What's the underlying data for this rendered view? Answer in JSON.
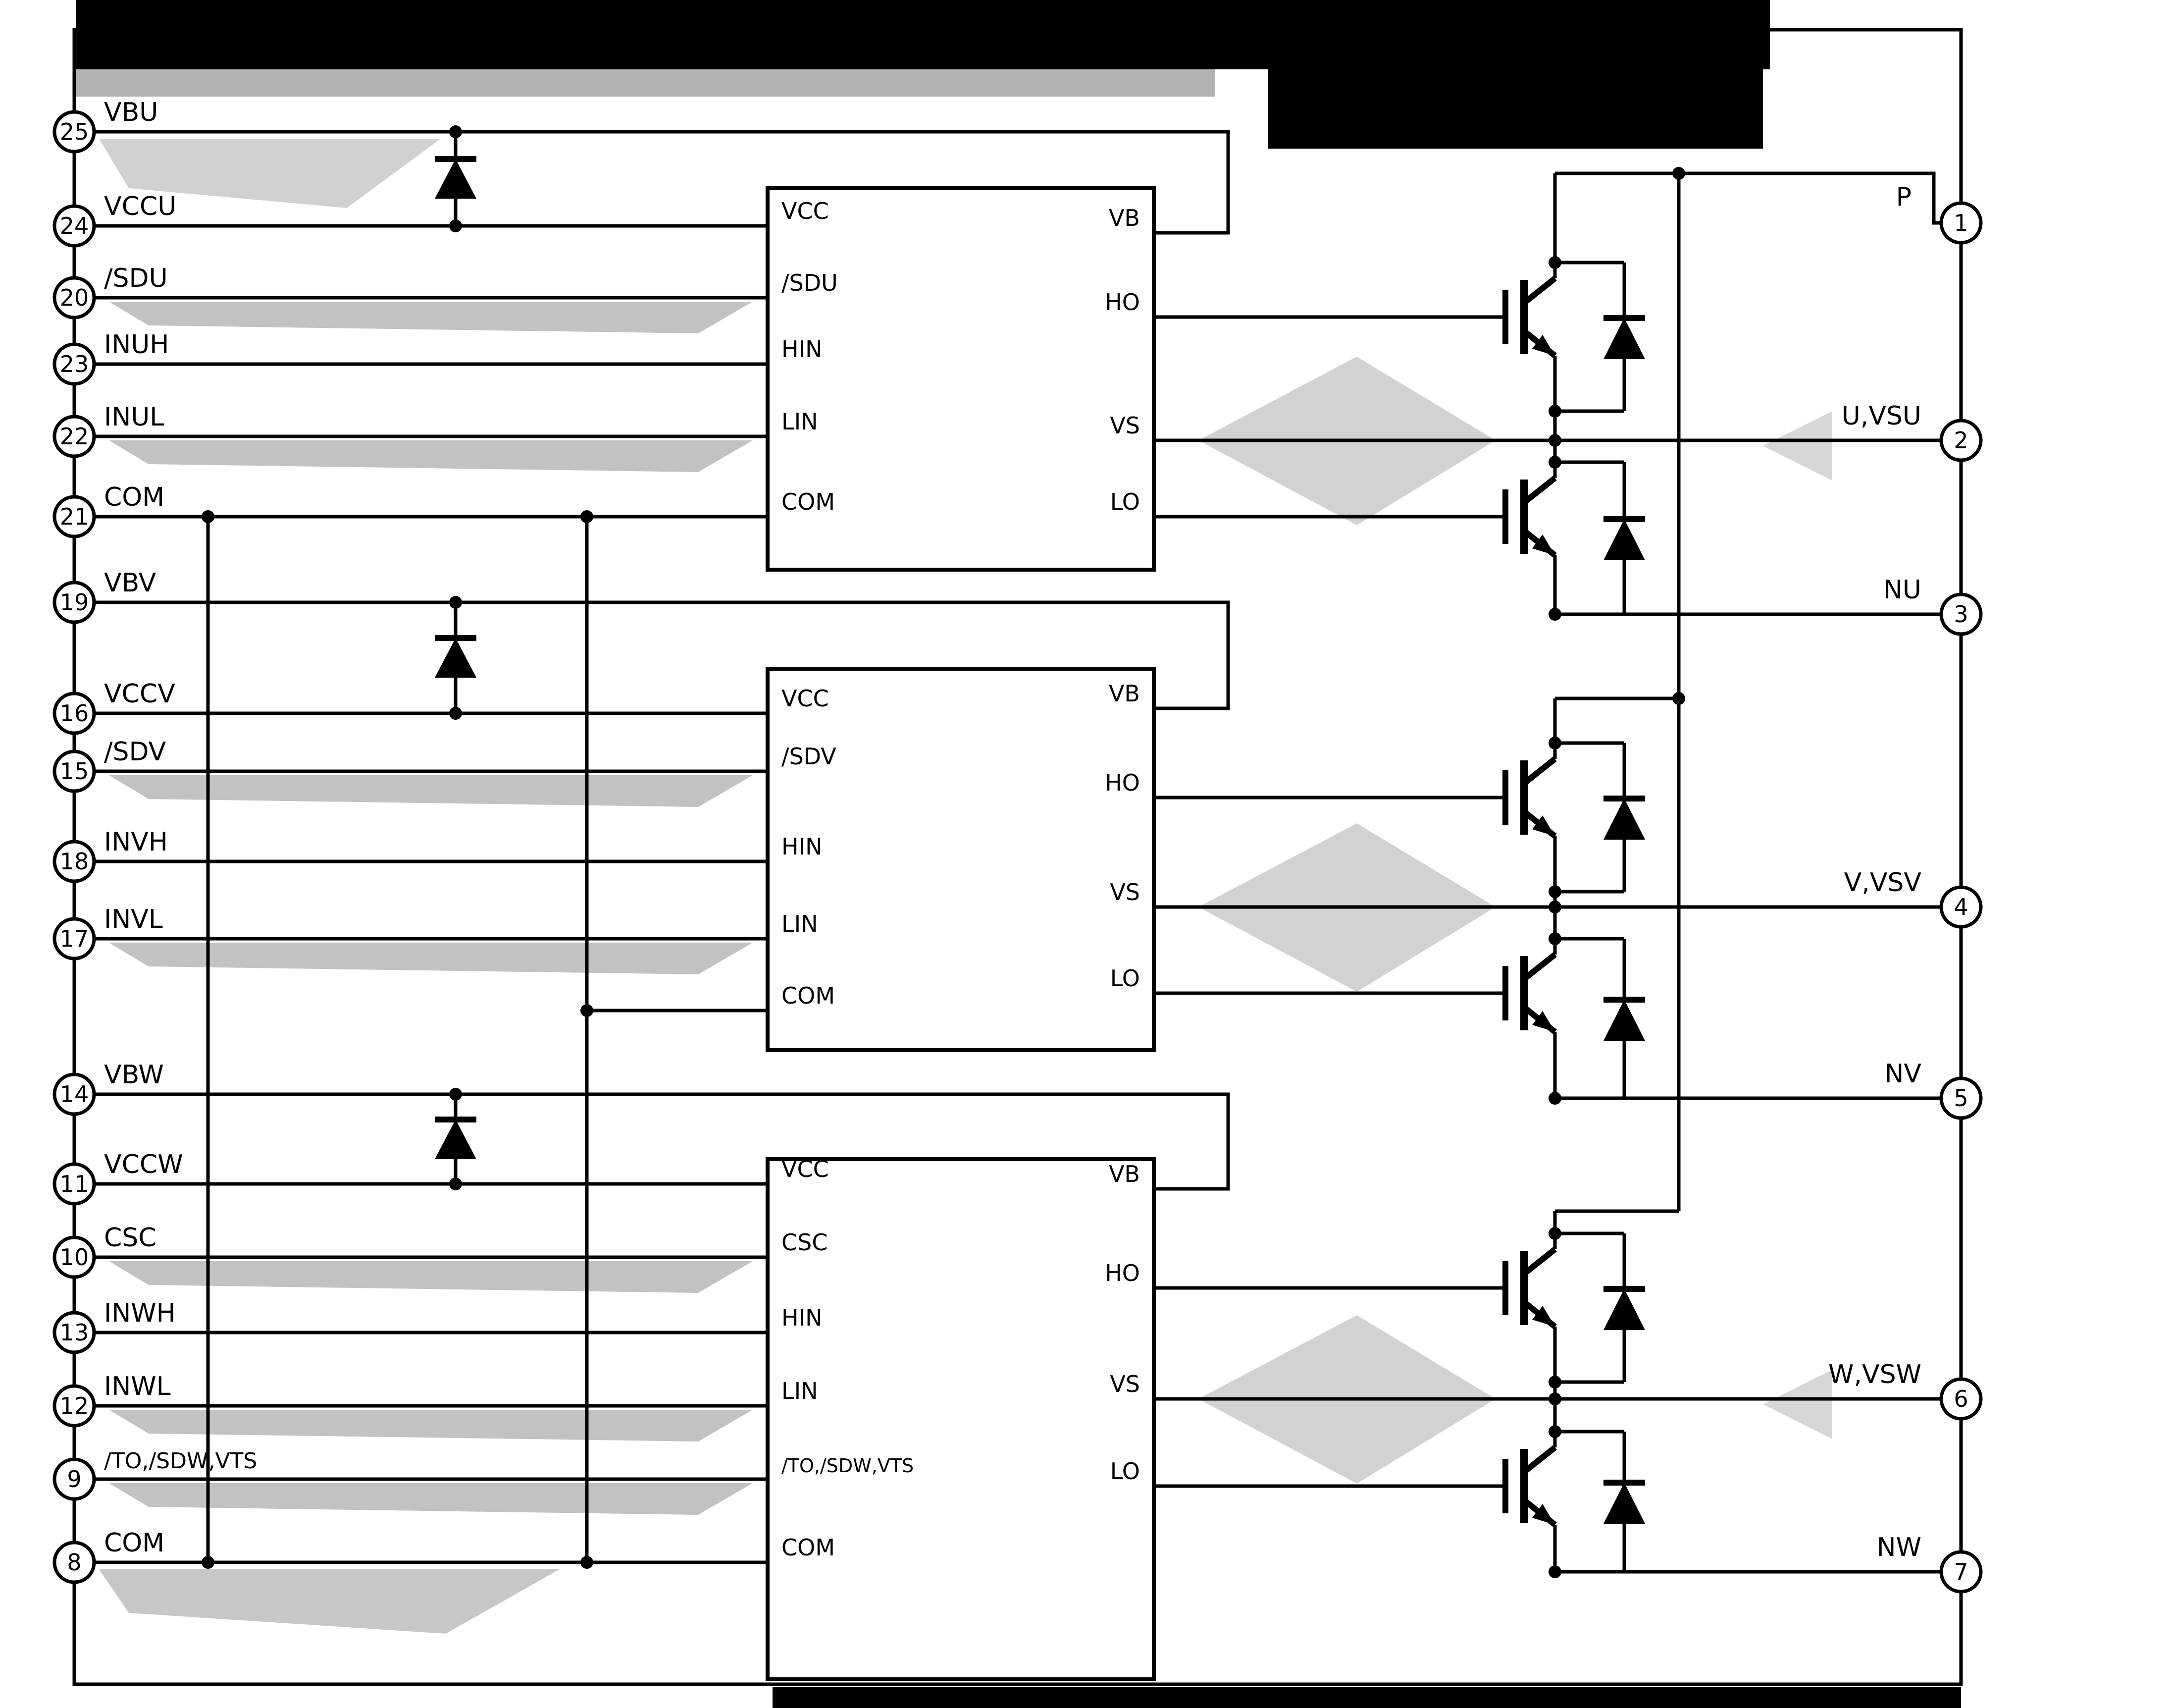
{
  "diagram": {
    "kind": "three-phase gate driver power module block diagram",
    "colors": {
      "line": "#000000",
      "background": "#ffffff",
      "block_fill": "#ffffff",
      "artifact_black": "#000000",
      "artifact_gray": "#8f8f8f",
      "artifact_light": "#c4c4c4"
    },
    "pins_left": [
      {
        "number": "25",
        "label": "VBU"
      },
      {
        "number": "24",
        "label": "VCCU"
      },
      {
        "number": "20",
        "label": "/SDU"
      },
      {
        "number": "23",
        "label": "INUH"
      },
      {
        "number": "22",
        "label": "INUL"
      },
      {
        "number": "21",
        "label": "COM"
      },
      {
        "number": "19",
        "label": "VBV"
      },
      {
        "number": "16",
        "label": "VCCV"
      },
      {
        "number": "15",
        "label": "/SDV"
      },
      {
        "number": "18",
        "label": "INVH"
      },
      {
        "number": "17",
        "label": "INVL"
      },
      {
        "number": "14",
        "label": "VBW"
      },
      {
        "number": "11",
        "label": "VCCW"
      },
      {
        "number": "10",
        "label": "CSC"
      },
      {
        "number": "13",
        "label": "INWH"
      },
      {
        "number": "12",
        "label": "INWL"
      },
      {
        "number": "9",
        "label": "/TO,/SDW,VTS"
      },
      {
        "number": "8",
        "label": "COM"
      }
    ],
    "pins_right": [
      {
        "number": "1",
        "label": "P"
      },
      {
        "number": "2",
        "label": "U,VSU"
      },
      {
        "number": "3",
        "label": "NU"
      },
      {
        "number": "4",
        "label": "V,VSV"
      },
      {
        "number": "5",
        "label": "NV"
      },
      {
        "number": "6",
        "label": "W,VSW"
      },
      {
        "number": "7",
        "label": "NW"
      }
    ],
    "drivers": [
      {
        "name": "gate-driver-u",
        "left_pins": [
          "VCC",
          "/SDU",
          "HIN",
          "LIN",
          "COM"
        ],
        "right_pins": [
          "VB",
          "HO",
          "VS",
          "LO"
        ]
      },
      {
        "name": "gate-driver-v",
        "left_pins": [
          "VCC",
          "/SDV",
          "HIN",
          "LIN",
          "COM"
        ],
        "right_pins": [
          "VB",
          "HO",
          "VS",
          "LO"
        ]
      },
      {
        "name": "gate-driver-w",
        "left_pins": [
          "VCC",
          "CSC",
          "HIN",
          "LIN",
          "/TO,/SDW,VTS",
          "COM"
        ],
        "right_pins": [
          "VB",
          "HO",
          "VS",
          "LO"
        ]
      }
    ],
    "components": {
      "bootstrap_diodes": 3,
      "igbts": 6,
      "freewheeling_diodes": 6
    }
  }
}
